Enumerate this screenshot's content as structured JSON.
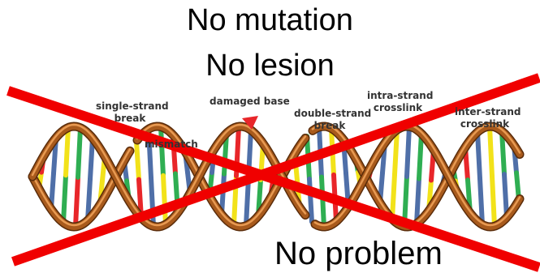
{
  "headlines": {
    "top": "No mutation",
    "middle": "No lesion",
    "bottom": "No problem"
  },
  "damage_labels": {
    "single_strand_break": {
      "line1": "single-strand",
      "line2": "break"
    },
    "mismatch": "mismatch",
    "damaged_base": "damaged base",
    "double_strand_break": {
      "line1": "double-strand",
      "line2": "break"
    },
    "intra_strand_crosslink": {
      "line1": "intra-strand",
      "line2": "crosslink"
    },
    "inter_strand_crosslink": {
      "line1": "inter-strand",
      "line2": "crosslink"
    }
  },
  "colors": {
    "backbone": "#a85a1c",
    "backbone_highlight": "#e89a52",
    "base_blue": "#4f6fa8",
    "base_green": "#2fae52",
    "base_yellow": "#f2e21a",
    "base_red": "#e8262a",
    "cross_red": "#f00000",
    "damage_arrow": "#e8262a"
  },
  "icons": {
    "cross": "red-x-cross-out",
    "damage_marker": "red-arrow-marker"
  }
}
